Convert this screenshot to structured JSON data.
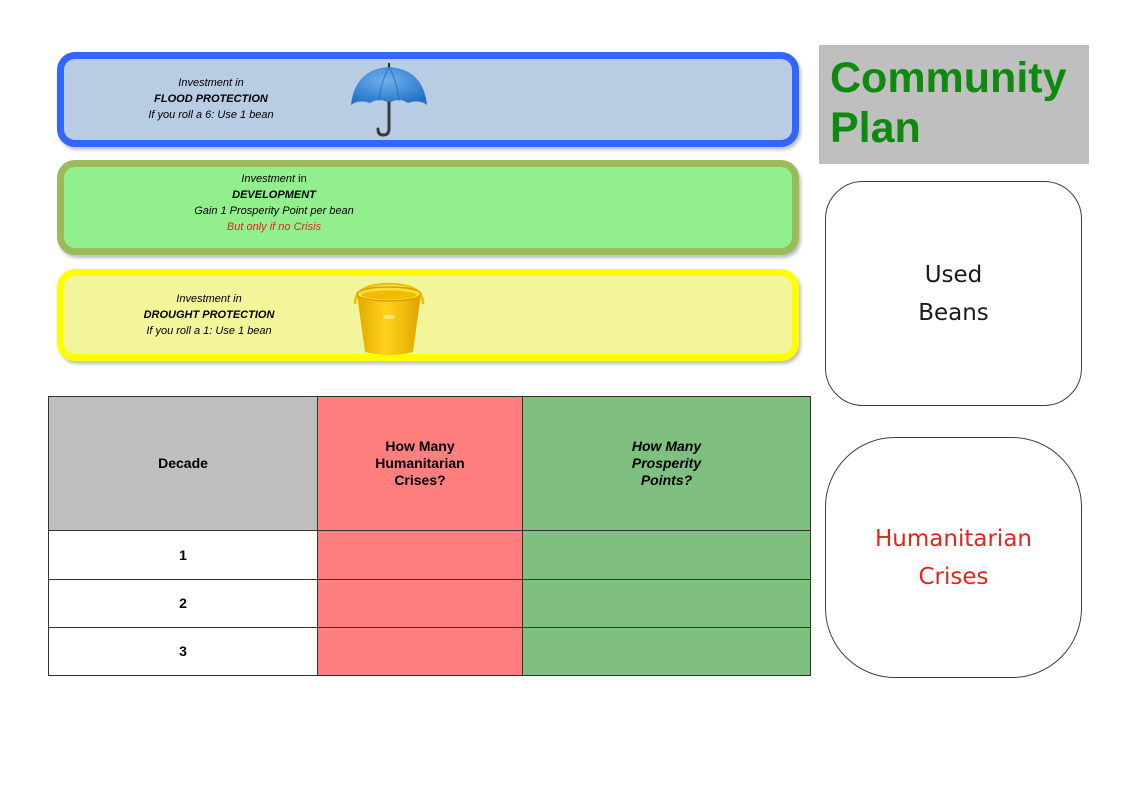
{
  "flood": {
    "line1": "Investment in",
    "line2": "FLOOD PROTECTION",
    "line3": "If you roll a 6:  Use 1 bean",
    "icon": "umbrella-icon",
    "border_color": "#3366ff",
    "fill_color": "#b8cce4"
  },
  "development": {
    "line1_a": "Investment",
    "line1_b": "in",
    "line2": "DEVELOPMENT",
    "line3": "Gain 1 Prosperity Point per bean",
    "line4": "But only if no Crisis",
    "border_color": "#9bbb59",
    "fill_color": "#92f08c"
  },
  "drought": {
    "line1": "Investment in",
    "line2": "DROUGHT PROTECTION",
    "line3": "If you roll a 1:  Use 1 bean",
    "icon": "bucket-icon",
    "border_color": "#ffff00",
    "fill_color": "#f3f59b"
  },
  "title": {
    "line1": "Community",
    "line2": "Plan",
    "color": "#0e8a0e"
  },
  "used_beans": {
    "line1": "Used",
    "line2": "Beans"
  },
  "crises_box": {
    "line1": "Humanitarian",
    "line2": "Crises",
    "color": "#e3241b"
  },
  "table": {
    "headers": {
      "decade": "Decade",
      "crises_1": "How Many",
      "crises_2": "Humanitarian",
      "crises_3": "Crises?",
      "prosperity_1": "How Many",
      "prosperity_2": "Prosperity",
      "prosperity_3": "Points?"
    },
    "rows": [
      {
        "decade": "1",
        "crises": "",
        "prosperity": ""
      },
      {
        "decade": "2",
        "crises": "",
        "prosperity": ""
      },
      {
        "decade": "3",
        "crises": "",
        "prosperity": ""
      }
    ]
  }
}
